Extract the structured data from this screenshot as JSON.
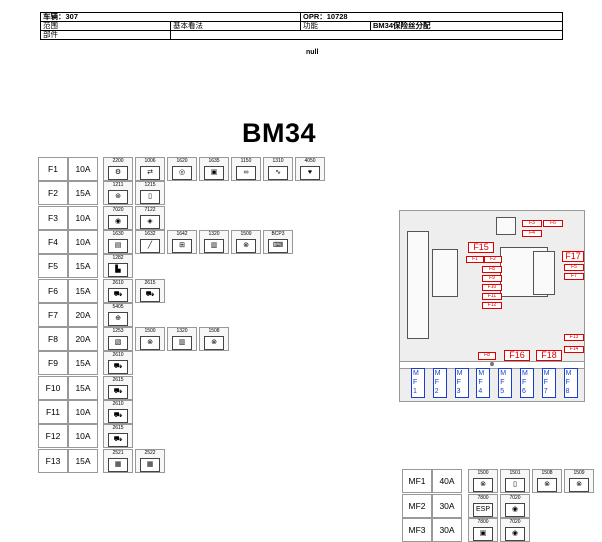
{
  "header": {
    "vehicle": "车辆：307",
    "opr": "OPR：10728",
    "scope_label": "范围",
    "scope_value": "基本看法",
    "function_label": "功能",
    "function_value": "BM34保险丝分配",
    "part_label": "部件"
  },
  "null_text": "null",
  "title": "BM34",
  "fuses": [
    {
      "name": "F1",
      "amp": "10A",
      "components": [
        {
          "code": "2200",
          "icon": "⚙"
        },
        {
          "code": "1006",
          "icon": "⇄"
        },
        {
          "code": "1620",
          "icon": "◎"
        },
        {
          "code": "1635",
          "icon": "▣"
        },
        {
          "code": "1150",
          "icon": "∞"
        },
        {
          "code": "1310",
          "icon": "∿"
        },
        {
          "code": "4050",
          "icon": "♥"
        }
      ]
    },
    {
      "name": "F2",
      "amp": "15A",
      "components": [
        {
          "code": "1211",
          "icon": "⊛"
        },
        {
          "code": "1215",
          "icon": "▯"
        }
      ]
    },
    {
      "name": "F3",
      "amp": "10A",
      "components": [
        {
          "code": "7020",
          "icon": "◉"
        },
        {
          "code": "7122",
          "icon": "◈"
        }
      ]
    },
    {
      "name": "F4",
      "amp": "10A",
      "components": [
        {
          "code": "1630",
          "icon": "▤"
        },
        {
          "code": "1632",
          "icon": "╱"
        },
        {
          "code": "1642",
          "icon": "⊞"
        },
        {
          "code": "1320",
          "icon": "▥"
        },
        {
          "code": "1509",
          "icon": "⊗"
        },
        {
          "code": "BCP3",
          "icon": "⌨"
        }
      ]
    },
    {
      "name": "F5",
      "amp": "15A",
      "components": [
        {
          "code": "1282",
          "icon": "▙"
        }
      ]
    },
    {
      "name": "F6",
      "amp": "15A",
      "components": [
        {
          "code": "2610",
          "icon": "⛟"
        },
        {
          "code": "2615",
          "icon": "⛟"
        }
      ]
    },
    {
      "name": "F7",
      "amp": "20A",
      "components": [
        {
          "code": "5405",
          "icon": "⊕"
        }
      ]
    },
    {
      "name": "F8",
      "amp": "20A",
      "components": [
        {
          "code": "1253",
          "icon": "▧"
        },
        {
          "code": "1500",
          "icon": "⊗"
        },
        {
          "code": "1320",
          "icon": "▥"
        },
        {
          "code": "1508",
          "icon": "⊗"
        }
      ]
    },
    {
      "name": "F9",
      "amp": "15A",
      "components": [
        {
          "code": "2610",
          "icon": "⛟"
        }
      ]
    },
    {
      "name": "F10",
      "amp": "15A",
      "components": [
        {
          "code": "2615",
          "icon": "⛟"
        }
      ]
    },
    {
      "name": "F11",
      "amp": "10A",
      "components": [
        {
          "code": "2610",
          "icon": "⛟"
        }
      ]
    },
    {
      "name": "F12",
      "amp": "10A",
      "components": [
        {
          "code": "2615",
          "icon": "⛟"
        }
      ]
    },
    {
      "name": "F13",
      "amp": "15A",
      "components": [
        {
          "code": "2521",
          "icon": "▦"
        },
        {
          "code": "2522",
          "icon": "▦"
        }
      ]
    }
  ],
  "diagram": {
    "labels": [
      "F3",
      "F6",
      "F4",
      "F15",
      "F1",
      "F2",
      "F8",
      "F9",
      "F10",
      "F11",
      "F12",
      "F17",
      "F5",
      "F7",
      "F13",
      "F14",
      "F8",
      "F16",
      "F18"
    ],
    "mf_slots": [
      "M F 1",
      "M F 2",
      "M F 3",
      "M F 4",
      "M F 5",
      "M F 6",
      "M F 7",
      "M F 8"
    ]
  },
  "maxi_fuses": [
    {
      "name": "MF1",
      "amp": "40A",
      "components": [
        {
          "code": "1500",
          "icon": "⊗"
        },
        {
          "code": "1501",
          "icon": "▯"
        },
        {
          "code": "1508",
          "icon": "⊗"
        },
        {
          "code": "1509",
          "icon": "⊗"
        }
      ]
    },
    {
      "name": "MF2",
      "amp": "30A",
      "components": [
        {
          "code": "7800",
          "icon": "ESP"
        },
        {
          "code": "7020",
          "icon": "◉"
        }
      ]
    },
    {
      "name": "MF3",
      "amp": "30A",
      "components": [
        {
          "code": "7800",
          "icon": "▣"
        },
        {
          "code": "7020",
          "icon": "◉"
        }
      ]
    }
  ]
}
